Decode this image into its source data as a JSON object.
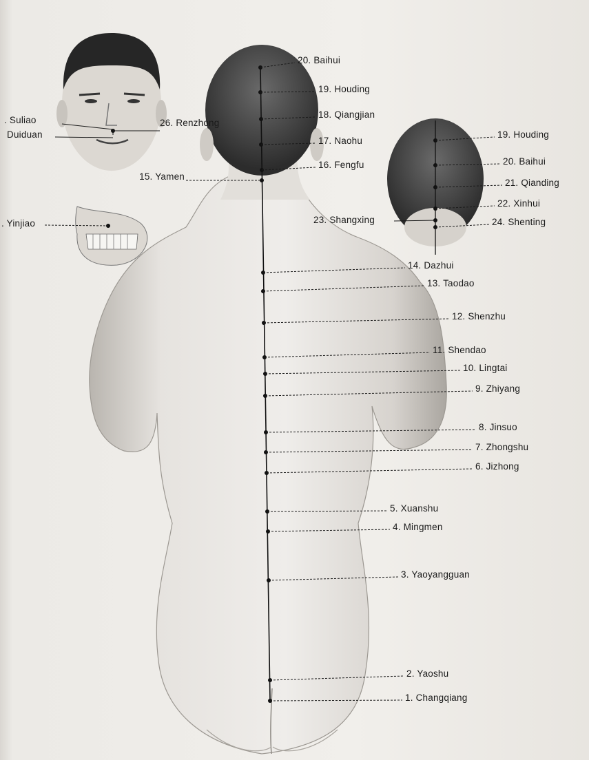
{
  "spine_points": [
    {
      "num": "1.",
      "name": "Changqiang"
    },
    {
      "num": "2.",
      "name": "Yaoshu"
    },
    {
      "num": "3.",
      "name": "Yaoyangguan"
    },
    {
      "num": "4.",
      "name": "Mingmen"
    },
    {
      "num": "5.",
      "name": "Xuanshu"
    },
    {
      "num": "6.",
      "name": "Jizhong"
    },
    {
      "num": "7.",
      "name": "Zhongshu"
    },
    {
      "num": "8.",
      "name": "Jinsuo"
    },
    {
      "num": "9.",
      "name": "Zhiyang"
    },
    {
      "num": "10.",
      "name": "Lingtai"
    },
    {
      "num": "11.",
      "name": "Shendao"
    },
    {
      "num": "12.",
      "name": "Shenzhu"
    },
    {
      "num": "13.",
      "name": "Taodao"
    },
    {
      "num": "14.",
      "name": "Dazhui"
    },
    {
      "num": "15.",
      "name": "Yamen"
    },
    {
      "num": "16.",
      "name": "Fengfu"
    },
    {
      "num": "17.",
      "name": "Naohu"
    },
    {
      "num": "18.",
      "name": "Qiangjian"
    },
    {
      "num": "19.",
      "name": "Houding"
    },
    {
      "num": "20.",
      "name": "Baihui"
    }
  ],
  "head_points": [
    {
      "num": "19.",
      "name": "Houding"
    },
    {
      "num": "20.",
      "name": "Baihui"
    },
    {
      "num": "21.",
      "name": "Qianding"
    },
    {
      "num": "22.",
      "name": "Xinhui"
    },
    {
      "num": "23.",
      "name": "Shangxing"
    },
    {
      "num": "24.",
      "name": "Shenting"
    }
  ],
  "face_points": [
    {
      "label": "Suliao"
    },
    {
      "label": "Duiduan"
    },
    {
      "num": "26.",
      "name": "Renzhong"
    },
    {
      "label": "Yinjiao"
    }
  ],
  "colors": {
    "ink": "#1a1a1a",
    "skin": "#e4e1dc",
    "hair": "#3a3a3a",
    "paper": "#eceae6"
  }
}
